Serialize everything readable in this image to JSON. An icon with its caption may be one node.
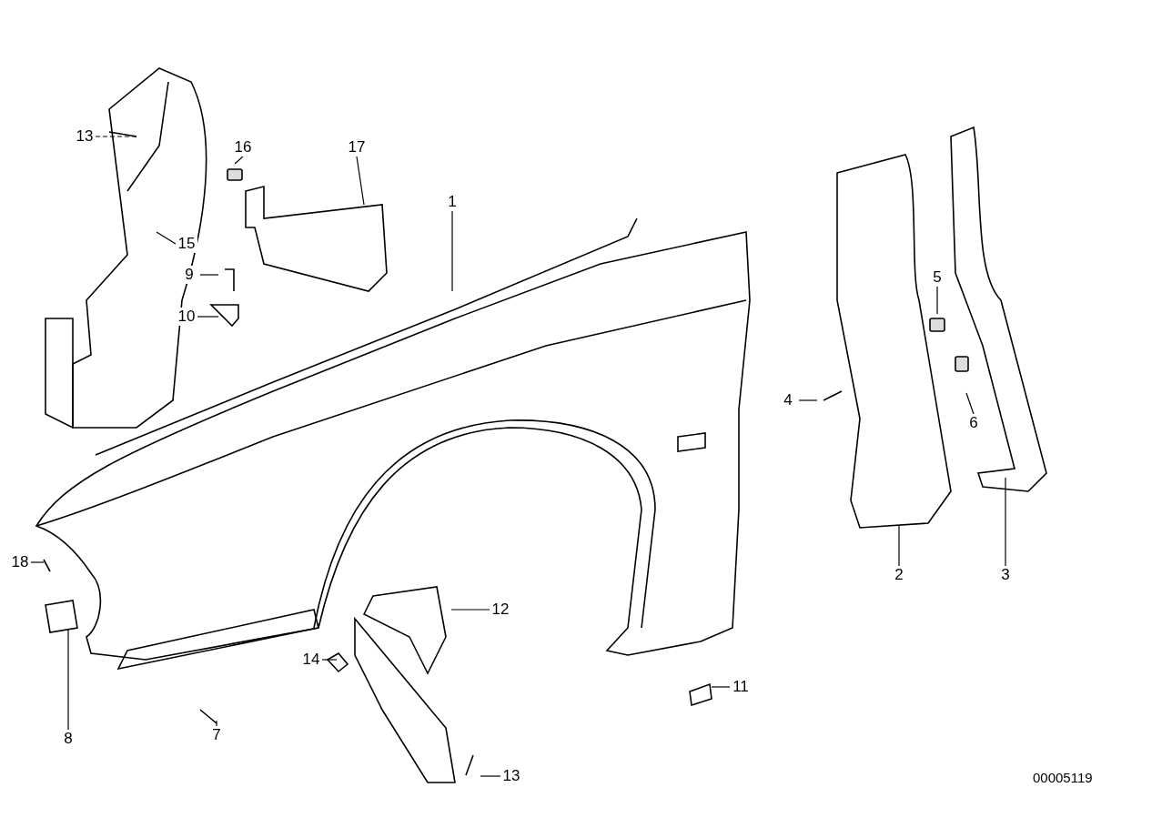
{
  "diagram": {
    "nodes": [
      {
        "text": [
          "13"
        ]
      },
      {
        "text": [
          "16"
        ]
      },
      {
        "text": [
          "17"
        ]
      },
      {
        "text": [
          "1"
        ]
      },
      {
        "text": [
          "15"
        ]
      },
      {
        "text": [
          "9"
        ]
      },
      {
        "text": [
          "10"
        ]
      },
      {
        "text": [
          "5"
        ]
      },
      {
        "text": [
          "4"
        ]
      },
      {
        "text": [
          "6"
        ]
      },
      {
        "text": [
          "18"
        ]
      },
      {
        "text": [
          "2"
        ]
      },
      {
        "text": [
          "3"
        ]
      },
      {
        "text": [
          "12"
        ]
      },
      {
        "text": [
          "14"
        ]
      },
      {
        "text": [
          "11"
        ]
      },
      {
        "text": [
          "8"
        ]
      },
      {
        "text": [
          "7"
        ]
      },
      {
        "text": [
          "13"
        ]
      }
    ],
    "edges": [
      {
        "from": 0,
        "to": null,
        "arrow": "none",
        "style": "dashed"
      },
      {
        "from": 1,
        "to": null,
        "arrow": "none"
      },
      {
        "from": 2,
        "to": null,
        "arrow": "none"
      },
      {
        "from": 3,
        "to": null,
        "arrow": "none"
      },
      {
        "from": 4,
        "to": null,
        "arrow": "none"
      },
      {
        "from": 5,
        "to": null,
        "arrow": "none"
      },
      {
        "from": 6,
        "to": null,
        "arrow": "none"
      },
      {
        "from": 7,
        "to": null,
        "arrow": "none"
      },
      {
        "from": 8,
        "to": null,
        "arrow": "none"
      },
      {
        "from": 9,
        "to": null,
        "arrow": "none"
      },
      {
        "from": 10,
        "to": null,
        "arrow": "none"
      },
      {
        "from": 11,
        "to": null,
        "arrow": "none"
      },
      {
        "from": 12,
        "to": null,
        "arrow": "none"
      },
      {
        "from": 13,
        "to": null,
        "arrow": "none"
      },
      {
        "from": 14,
        "to": null,
        "arrow": "none"
      },
      {
        "from": 15,
        "to": null,
        "arrow": "none"
      },
      {
        "from": 16,
        "to": null,
        "arrow": "none"
      },
      {
        "from": 17,
        "to": null,
        "arrow": "none"
      },
      {
        "from": 18,
        "to": null,
        "arrow": "none"
      }
    ],
    "labels": [
      "00005119"
    ]
  }
}
